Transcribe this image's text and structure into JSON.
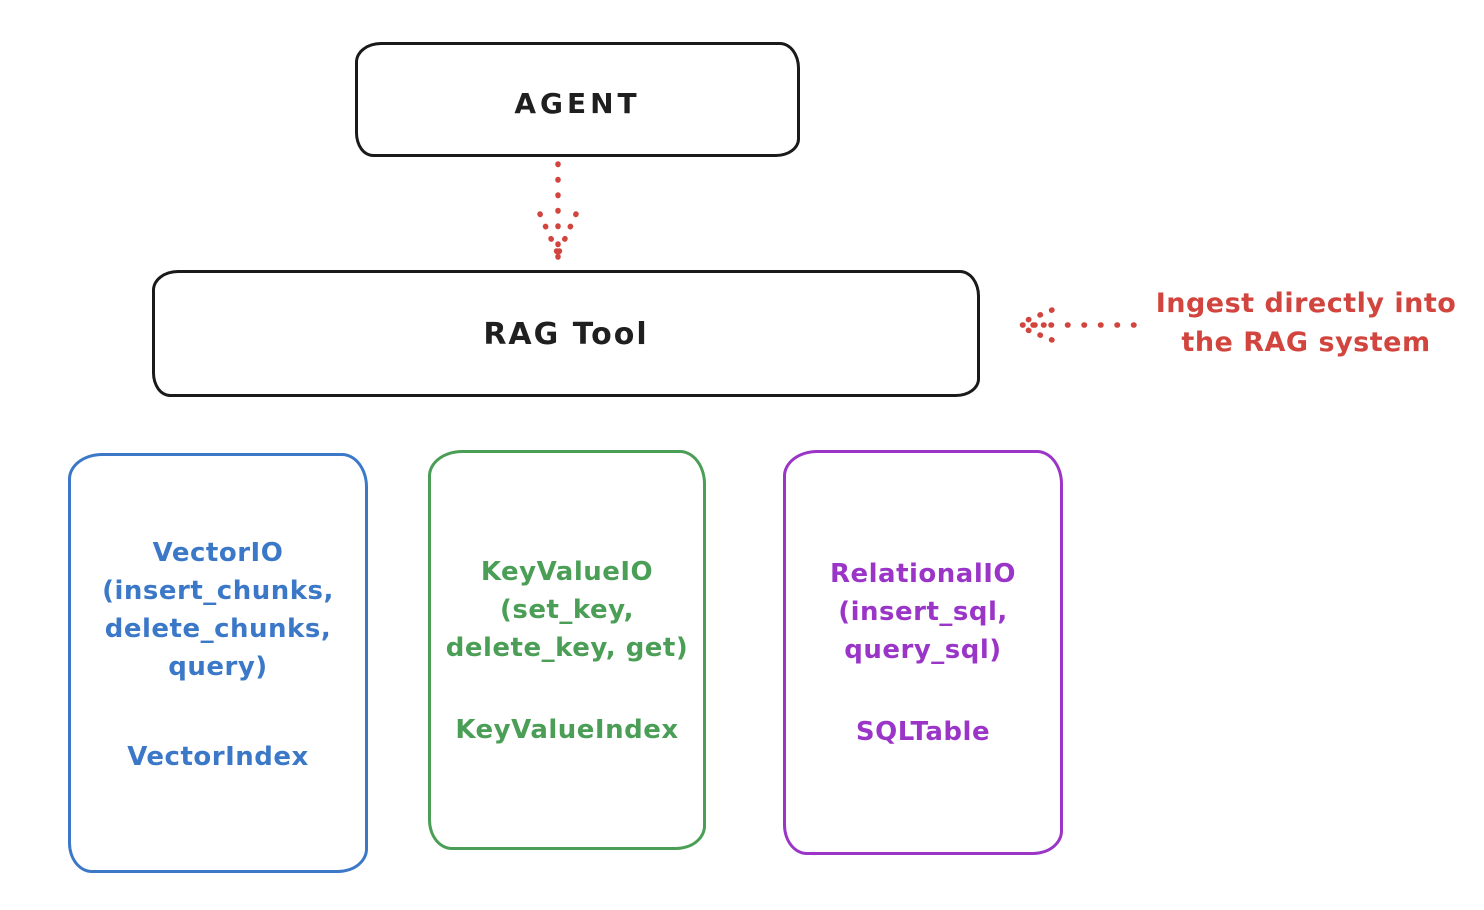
{
  "diagram": {
    "background_color": "#ffffff",
    "stroke_color": "#1a1a1a",
    "accent_red": "#d1453e",
    "agent_box": {
      "label": "AGENT"
    },
    "rag_tool_box": {
      "label": "RAG Tool"
    },
    "arrow_agent_to_rag": {
      "style": "dotted",
      "direction": "down",
      "color": "#d1453e"
    },
    "annotation": {
      "line1": "Ingest directly into",
      "line2": "the RAG system",
      "color": "#d1453e",
      "arrow": {
        "style": "dotted",
        "direction": "left",
        "color": "#d1453e"
      }
    },
    "storage_boxes": [
      {
        "name": "VectorIO",
        "color": "#3b78c8",
        "lines": [
          "VectorIO",
          "(insert_chunks,",
          "delete_chunks,",
          "query)"
        ],
        "index_label": "VectorIndex"
      },
      {
        "name": "KeyValueIO",
        "color": "#4a9e55",
        "lines": [
          "KeyValueIO",
          "(set_key,",
          "delete_key, get)"
        ],
        "index_label": "KeyValueIndex"
      },
      {
        "name": "RelationalIO",
        "color": "#9a35c8",
        "lines": [
          "RelationalIO",
          "(insert_sql,",
          "query_sql)"
        ],
        "index_label": "SQLTable"
      }
    ]
  }
}
